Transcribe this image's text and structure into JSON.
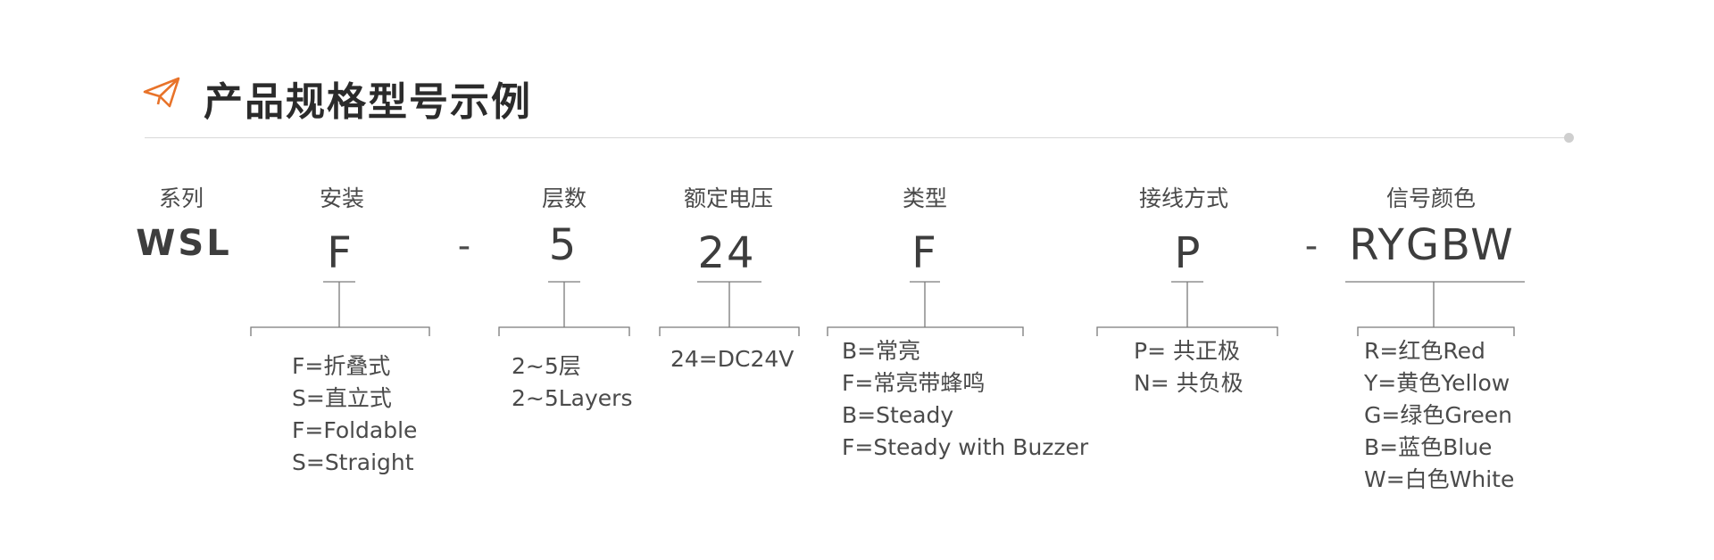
{
  "header": {
    "title": "产品规格型号示例",
    "icon": "paper-plane-icon",
    "accent_color": "#e8732a"
  },
  "series": {
    "label": "系列",
    "code": "WSL"
  },
  "fields": [
    {
      "id": "mount",
      "label": "安装",
      "code": "F",
      "desc": [
        "F=折叠式",
        "S=直立式",
        "F=Foldable",
        "S=Straight"
      ]
    },
    {
      "id": "layers",
      "label": "层数",
      "code": "5",
      "desc": [
        "2~5层",
        "2~5Layers"
      ]
    },
    {
      "id": "voltage",
      "label": "额定电压",
      "code": "24",
      "desc": [
        "24=DC24V"
      ]
    },
    {
      "id": "type",
      "label": "类型",
      "code": "F",
      "desc": [
        "B=常亮",
        "F=常亮带蜂鸣",
        "B=Steady",
        "F=Steady with Buzzer"
      ]
    },
    {
      "id": "wiring",
      "label": "接线方式",
      "code": "P",
      "desc": [
        "P= 共正极",
        "N= 共负极"
      ]
    },
    {
      "id": "color",
      "label": "信号颜色",
      "code": "RYGBW",
      "desc": [
        "R=红色Red",
        "Y=黄色Yellow",
        "G=绿色Green",
        "B=蓝色Blue",
        "W=白色White"
      ]
    }
  ],
  "separators": [
    "-",
    "-"
  ]
}
